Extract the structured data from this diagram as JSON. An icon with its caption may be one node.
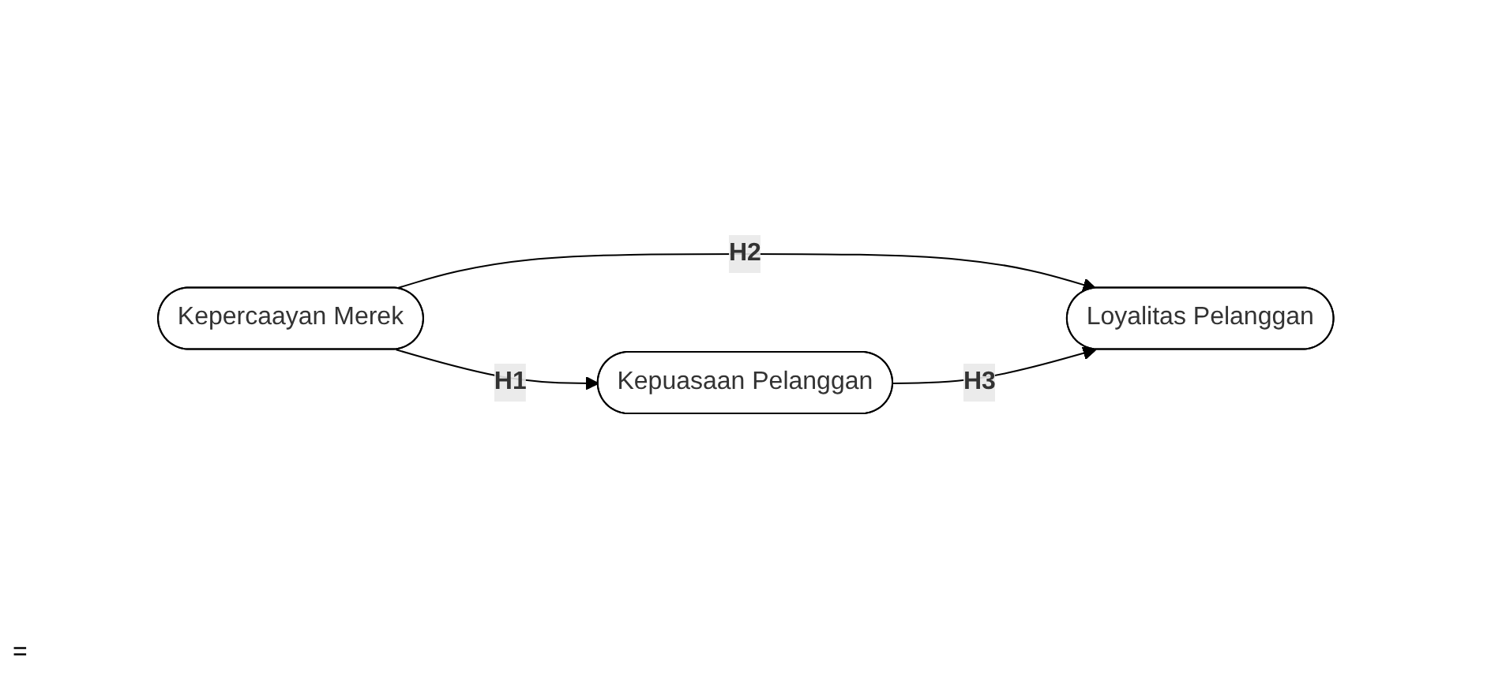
{
  "diagram": {
    "nodes": [
      {
        "text": [
          "Kepercaayan Merek"
        ]
      },
      {
        "text": [
          "Loyalitas Pelanggan"
        ]
      },
      {
        "text": [
          "Kepuasaan Pelanggan"
        ]
      }
    ],
    "edges": [
      {
        "from": 0,
        "to": 1,
        "arrow": "to",
        "label": "H2"
      },
      {
        "from": 0,
        "to": 2,
        "arrow": "to",
        "label": "H1"
      },
      {
        "from": 2,
        "to": 1,
        "arrow": "to",
        "label": "H3"
      }
    ],
    "labels": [
      "="
    ]
  }
}
